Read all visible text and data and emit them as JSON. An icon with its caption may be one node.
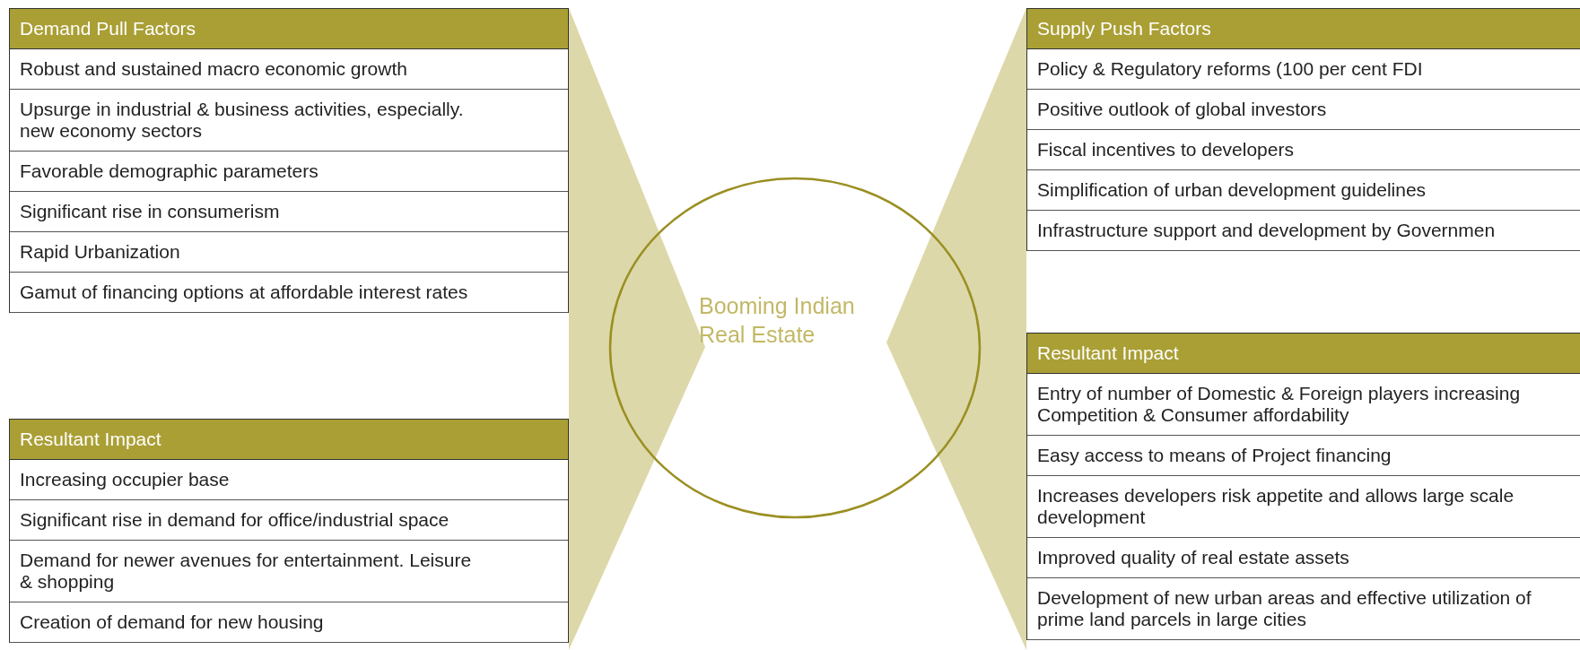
{
  "diagram": {
    "nodes": [
      {
        "text": [
          "Demand Pull Factors"
        ]
      },
      {
        "text": [
          "Robust and sustained macro economic growth"
        ],
        "in": 0
      },
      {
        "text": [
          "Upsurge in industrial & business activities, especially. new economy sectors"
        ],
        "in": 0
      },
      {
        "text": [
          "Favorable demographic parameters"
        ],
        "in": 0
      },
      {
        "text": [
          "Significant rise in consumerism"
        ],
        "in": 0
      },
      {
        "text": [
          "Rapid Urbanization"
        ],
        "in": 0
      },
      {
        "text": [
          "Gamut of financing options at affordable interest rates"
        ],
        "in": 0
      },
      {
        "text": [
          "Resultant Impact"
        ]
      },
      {
        "text": [
          "Increasing occupier base"
        ],
        "in": 7
      },
      {
        "text": [
          "Significant rise in demand for office/industrial space"
        ],
        "in": 7
      },
      {
        "text": [
          "Demand for newer avenues for entertainment. Leisure & shopping"
        ],
        "in": 7
      },
      {
        "text": [
          "Creation of demand for new housing"
        ],
        "in": 7
      },
      {
        "text": [
          "Booming Indian Real Estate"
        ]
      },
      {
        "text": [
          "Supply Push Factors"
        ]
      },
      {
        "text": [
          "Policy & Regulatory reforms (100 per cent FDI"
        ],
        "in": 13
      },
      {
        "text": [
          "Positive outlook of global investors"
        ],
        "in": 13
      },
      {
        "text": [
          "Fiscal incentives to developers"
        ],
        "in": 13
      },
      {
        "text": [
          "Simplification of urban development guidelines"
        ],
        "in": 13
      },
      {
        "text": [
          "Infrastructure support and development by Governmen"
        ],
        "in": 13
      },
      {
        "text": [
          "Resultant Impact"
        ]
      },
      {
        "text": [
          "Entry of number of Domestic & Foreign players increasing Competition & Consumer affordability"
        ],
        "in": 19
      },
      {
        "text": [
          "Easy access to means of Project financing"
        ],
        "in": 19
      },
      {
        "text": [
          "Increases developers risk appetite and allows large scale development"
        ],
        "in": 19
      },
      {
        "text": [
          "Improved quality of real estate assets"
        ],
        "in": 19
      },
      {
        "text": [
          "Development of new urban areas and effective utilization of prime land parcels in large cities"
        ],
        "in": 19
      },
      {
        "text": [],
        "shape": "wedge"
      },
      {
        "text": [],
        "shape": "wedge"
      }
    ]
  }
}
